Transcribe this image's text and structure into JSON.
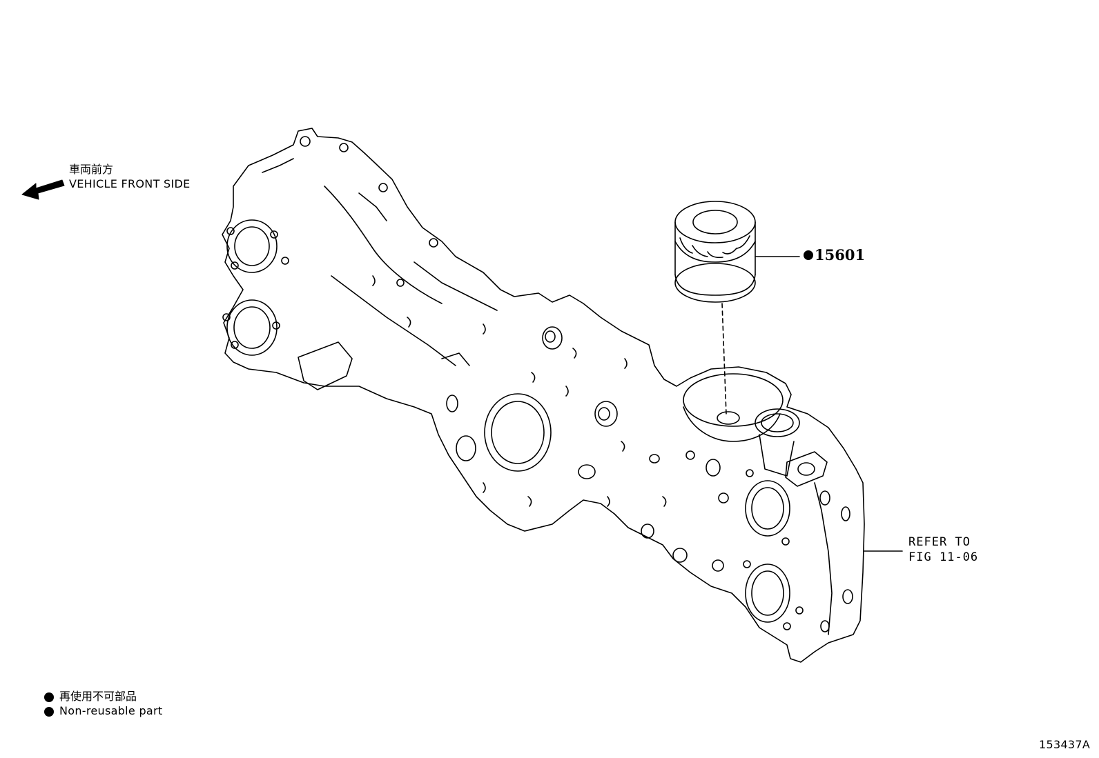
{
  "direction": {
    "label_jp": "車両前方",
    "label_en": "VEHICLE FRONT SIDE"
  },
  "callouts": {
    "oil_filter_part_no": "15601",
    "refer_line1": "REFER TO",
    "refer_line2": "FIG 11-06"
  },
  "legend": {
    "line_jp": "再使用不可部品",
    "line_en": "Non-reusable part"
  },
  "figure_id": "153437A"
}
